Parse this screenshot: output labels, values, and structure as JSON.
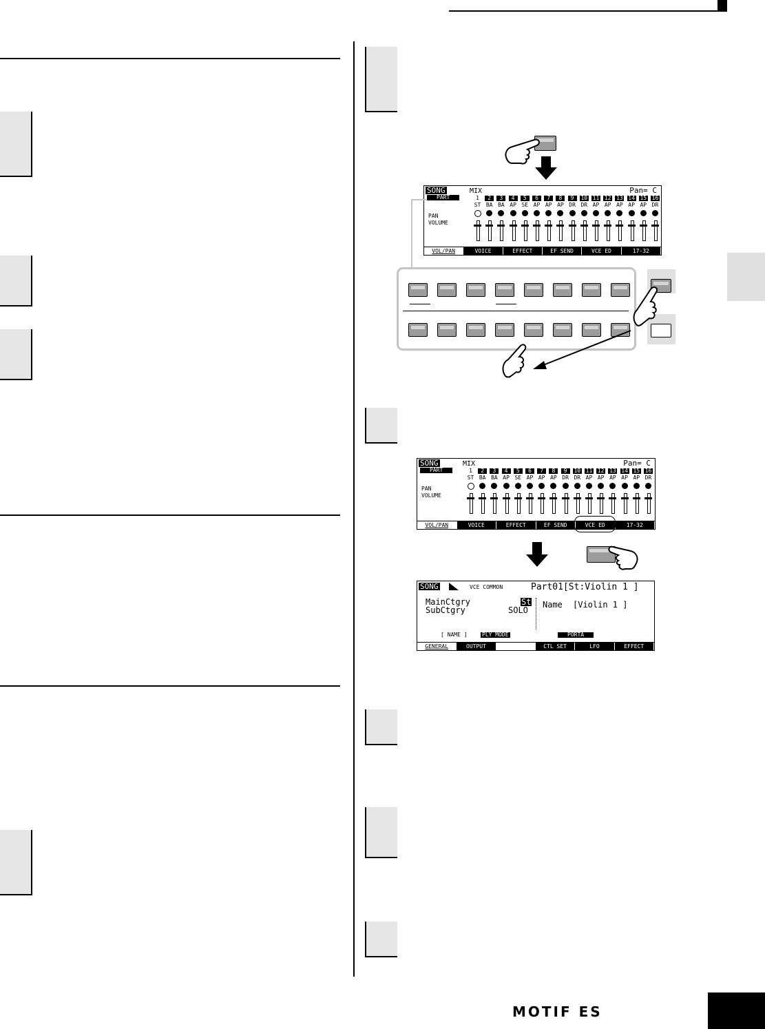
{
  "lcd1": {
    "mode": "SONG",
    "title": "MIX",
    "pan": "Pan= C",
    "part_label": "PART",
    "row_pan": "PAN",
    "row_volume": "VOLUME",
    "parts": [
      "1",
      "2",
      "3",
      "4",
      "5",
      "6",
      "7",
      "8",
      "9",
      "10",
      "11",
      "12",
      "13",
      "14",
      "15",
      "16"
    ],
    "categories": [
      "ST",
      "BA",
      "BA",
      "AP",
      "SE",
      "AP",
      "AP",
      "AP",
      "DR",
      "DR",
      "AP",
      "AP",
      "AP",
      "AP",
      "AP",
      "DR"
    ],
    "tabs": [
      "VOL/PAN",
      "VOICE",
      "EFFECT",
      "EF SEND",
      "VCE ED",
      "17-32"
    ]
  },
  "lcd2": {
    "mode": "SONG",
    "title": "MIX",
    "pan": "Pan= C",
    "part_label": "PART",
    "row_pan": "PAN",
    "row_volume": "VOLUME",
    "parts": [
      "1",
      "2",
      "3",
      "4",
      "5",
      "6",
      "7",
      "8",
      "9",
      "10",
      "11",
      "12",
      "13",
      "14",
      "15",
      "16"
    ],
    "categories": [
      "ST",
      "BA",
      "BA",
      "AP",
      "SE",
      "AP",
      "AP",
      "AP",
      "DR",
      "DR",
      "AP",
      "AP",
      "AP",
      "AP",
      "AP",
      "DR"
    ],
    "tabs": [
      "VOL/PAN",
      "VOICE",
      "EFFECT",
      "EF SEND",
      "VCE ED",
      "17-32"
    ]
  },
  "lcd3": {
    "mode": "SONG",
    "title": "VCE COMMON",
    "part": "Part01[St:Violin 1  ]",
    "main_label": "MainCtgry",
    "main_value": "St",
    "sub_label": "SubCtgry",
    "sub_value": "SOLO",
    "name_label": "Name",
    "name_value": "[Violin 1  ]",
    "subtabs": [
      "[ NAME ]",
      "PLY MODE",
      "PORTA"
    ],
    "tabs": [
      "GENERAL",
      "OUTPUT",
      "",
      "CTL SET",
      "LFO",
      "EFFECT"
    ]
  },
  "footer": {
    "logo": "MOTIF ES"
  },
  "colors": {
    "step_box": "#e6e6e6",
    "button": "#9c9c9c",
    "panel_outline": "#c4c4c4"
  }
}
